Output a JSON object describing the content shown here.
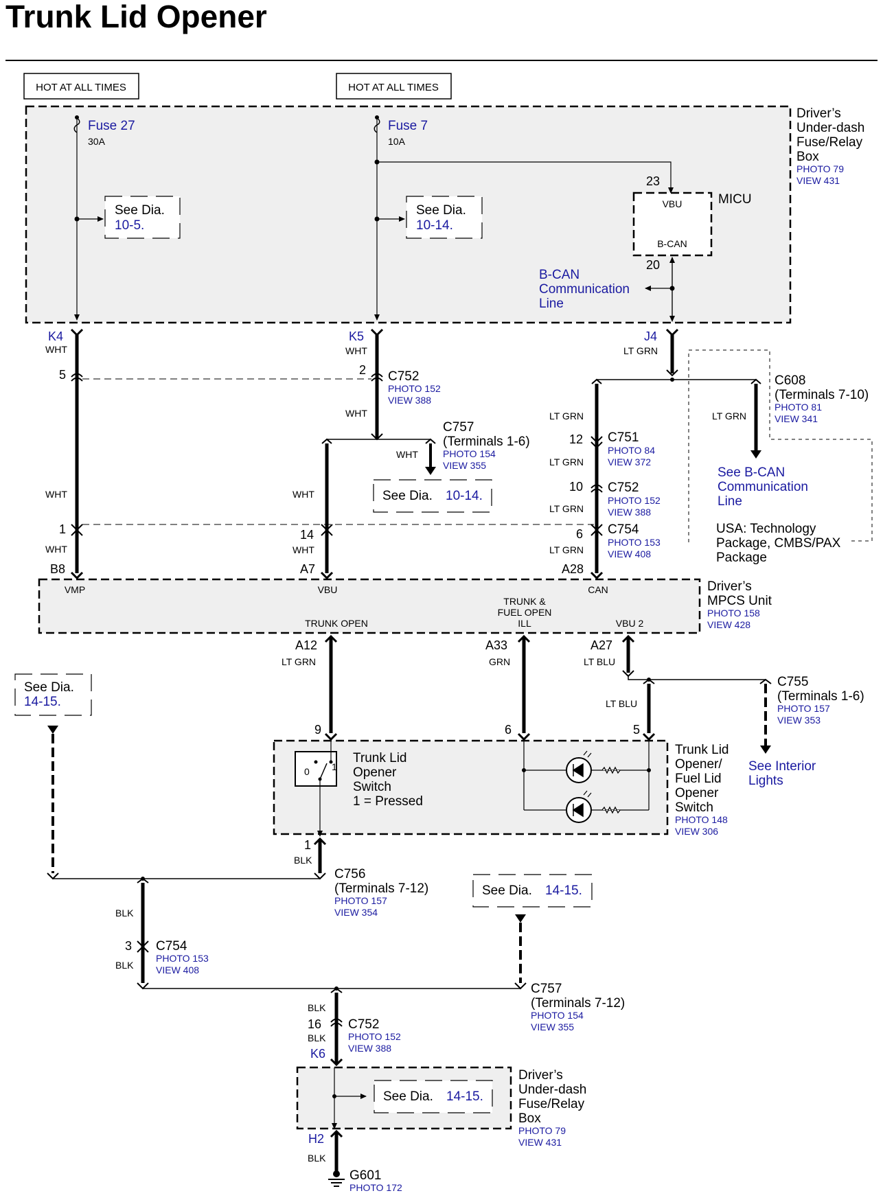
{
  "title": "Trunk Lid Opener",
  "hot": [
    "HOT AT ALL TIMES",
    "HOT AT ALL TIMES"
  ],
  "fuse27": {
    "name": "Fuse 27",
    "amps": "30A"
  },
  "fuse7": {
    "name": "Fuse 7",
    "amps": "10A"
  },
  "seeDia": {
    "prefix": "See Dia.",
    "d105": "10-5.",
    "d1014": "10-14.",
    "d1415": "14-15."
  },
  "fuseBox": {
    "l1": "Driver’s",
    "l2": "Under-dash",
    "l3": "Fuse/Relay",
    "l4": "Box",
    "photo": "PHOTO 79",
    "view": "VIEW 431"
  },
  "micu": {
    "name": "MICU",
    "vbu": "VBU",
    "bcan": "B-CAN",
    "pinTop": "23",
    "pinBot": "20"
  },
  "bcanLine": {
    "l1": "B-CAN",
    "l2": "Communication",
    "l3": "Line"
  },
  "terms": {
    "k4": "K4",
    "k5": "K5",
    "j4": "J4",
    "k6": "K6",
    "h2": "H2"
  },
  "wires": {
    "wht": "WHT",
    "ltgrn": "LT GRN",
    "grn": "GRN",
    "ltblu": "LT BLU",
    "blk": "BLK"
  },
  "pins": {
    "p5": "5",
    "p2": "2",
    "p12": "12",
    "p10": "10",
    "p1": "1",
    "p14": "14",
    "p6": "6",
    "p9": "9",
    "p3": "3",
    "p16": "16"
  },
  "c752": {
    "name": "C752",
    "photo": "PHOTO 152",
    "view": "VIEW 388"
  },
  "c757a": {
    "name": "C757",
    "terms": "(Terminals 1-6)",
    "photo": "PHOTO 154",
    "view": "VIEW 355"
  },
  "c608": {
    "name": "C608",
    "terms": "(Terminals 7-10)",
    "photo": "PHOTO 81",
    "view": "VIEW 341"
  },
  "c751": {
    "name": "C751",
    "photo": "PHOTO 84",
    "view": "VIEW 372"
  },
  "c754": {
    "name": "C754",
    "photo": "PHOTO 153",
    "view": "VIEW 408"
  },
  "seeBcan": {
    "l1": "See B-CAN",
    "l2": "Communication",
    "l3": "Line"
  },
  "usa": {
    "l1": "USA: Technology",
    "l2": "Package, CMBS/PAX",
    "l3": "Package"
  },
  "mpcs": {
    "pinB8": "B8",
    "pinA7": "A7",
    "pinA28": "A28",
    "vmp": "VMP",
    "vbu": "VBU",
    "can": "CAN",
    "trunkOpen": "TRUNK OPEN",
    "tf1": "TRUNK &",
    "tf2": "FUEL OPEN",
    "ill": "ILL",
    "vbu2": "VBU 2",
    "l1": "Driver’s",
    "l2": "MPCS Unit",
    "photo": "PHOTO 158",
    "view": "VIEW 428",
    "pinA12": "A12",
    "pinA33": "A33",
    "pinA27": "A27"
  },
  "c755": {
    "name": "C755",
    "terms": "(Terminals 1-6)",
    "photo": "PHOTO 157",
    "view": "VIEW 353"
  },
  "seeInterior": {
    "l1": "See Interior",
    "l2": "Lights"
  },
  "sw": {
    "l1": "Trunk Lid",
    "l2": "Opener",
    "l3": "Switch",
    "l4": "1 = Pressed",
    "zero": "0",
    "one": "1"
  },
  "swBox": {
    "l1": "Trunk Lid",
    "l2": "Opener/",
    "l3": "Fuel Lid",
    "l4": "Opener",
    "l5": "Switch",
    "photo": "PHOTO 148",
    "view": "VIEW 306"
  },
  "c756": {
    "name": "C756",
    "terms": "(Terminals 7-12)",
    "photo": "PHOTO 157",
    "view": "VIEW 354"
  },
  "c757b": {
    "name": "C757",
    "terms": "(Terminals 7-12)",
    "photo": "PHOTO 154",
    "view": "VIEW 355"
  },
  "fuseBox2": {
    "l1": "Driver’s",
    "l2": "Under-dash",
    "l3": "Fuse/Relay",
    "l4": "Box",
    "photo": "PHOTO 79",
    "view": "VIEW 431"
  },
  "g601": {
    "name": "G601",
    "photo": "PHOTO 172"
  },
  "colors": {
    "ink": "#000000",
    "blue": "#1a1aa0",
    "boxFill": "#efefef"
  }
}
